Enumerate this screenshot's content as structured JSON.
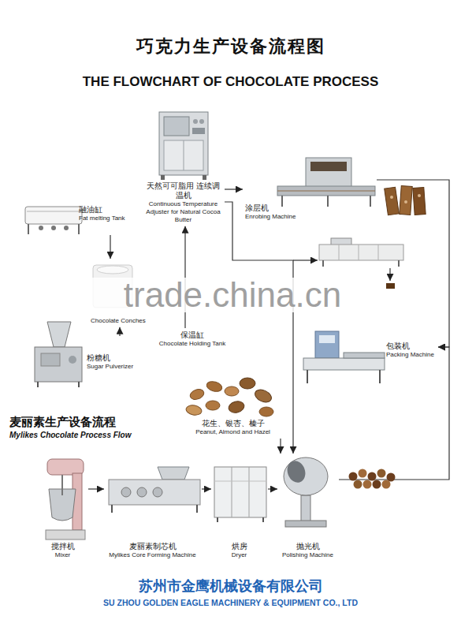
{
  "diagram": {
    "title": "巧克力生产设备流程图",
    "nodes": [
      {
        "text": [
          "天然可可脂用 连续调温机",
          "Continuous Temperature Adjuster for Natural Cocoa Butter"
        ]
      },
      {
        "text": [
          "融油缸",
          "Fat melting Tank"
        ]
      },
      {
        "text": [
          "涂层机",
          "Enrobing Machine"
        ]
      },
      {
        "text": [
          "Chocolate Conches"
        ]
      },
      {
        "text": [
          "保温缸",
          "Chocolate Holding Tank"
        ]
      },
      {
        "text": [
          "粉糖机",
          "Sugar Pulverizer"
        ]
      },
      {
        "text": [
          "包装机",
          "Packing Machine"
        ]
      },
      {
        "text": [
          "花生、银杏、榛子",
          "Peanut, Almond and Hazel"
        ]
      },
      {
        "text": [
          "搅拌机",
          "Mixer"
        ]
      },
      {
        "text": [
          "麦丽素制芯机",
          "Mylikes Core Forming Machine"
        ]
      },
      {
        "text": [
          "烘房",
          "Dryer"
        ]
      },
      {
        "text": [
          "抛光机",
          "Polishing Machine"
        ]
      }
    ],
    "edges": [
      {
        "from": 1,
        "to": 3,
        "arrow": "to"
      },
      {
        "from": 5,
        "to": 3,
        "arrow": "to"
      },
      {
        "from": 4,
        "to": 0,
        "arrow": "to"
      },
      {
        "from": 0,
        "to": 2,
        "arrow": "to"
      },
      {
        "from": 0,
        "to": 11,
        "arrow": "to"
      },
      {
        "from": 2,
        "to": 6,
        "arrow": "to"
      },
      {
        "from": 11,
        "to": 6,
        "arrow": "to"
      },
      {
        "from": 7,
        "to": 11,
        "arrow": "to"
      },
      {
        "from": 8,
        "to": 9,
        "arrow": "to"
      },
      {
        "from": 9,
        "to": 10,
        "arrow": "to"
      },
      {
        "from": 10,
        "to": 11,
        "arrow": "to"
      }
    ],
    "labels": [
      "THE FLOWCHART OF CHOCOLATE PROCESS",
      "trade.china.cn",
      "麦丽素生产设备流程",
      "Mylikes Chocolate Process Flow",
      "苏州市金鹰机械设备有限公司",
      "SU ZHOU GOLDEN EAGLE MACHINERY & EQUIPMENT CO., LTD"
    ]
  }
}
